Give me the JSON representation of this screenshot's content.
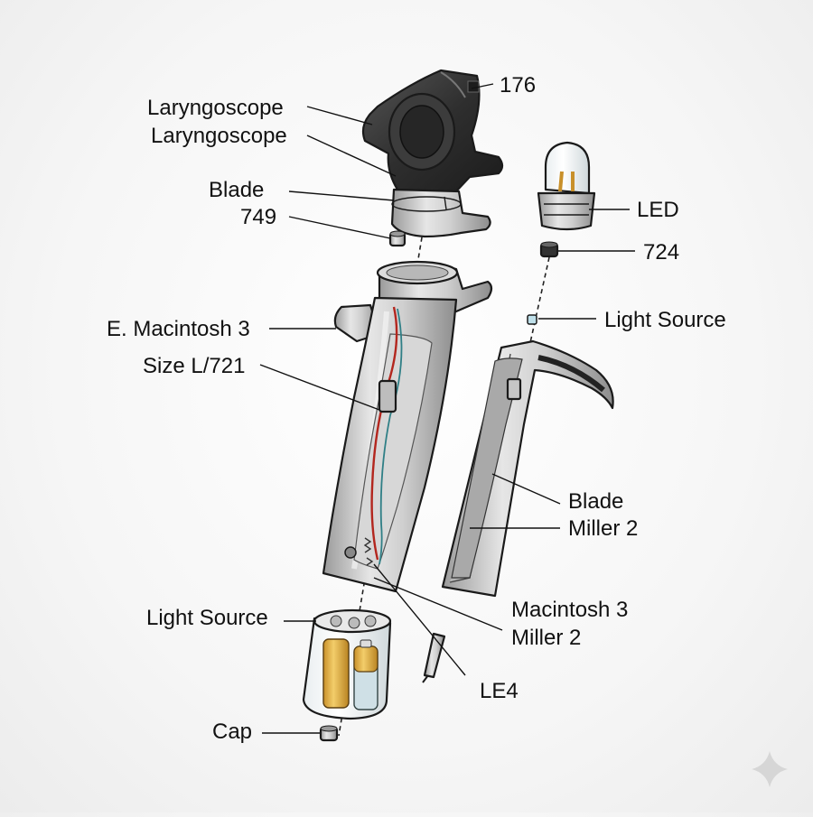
{
  "diagram": {
    "labels": {
      "laryngoscope_1": "Laryngoscope",
      "laryngoscope_2": "Laryngoscope",
      "part_176": "176",
      "blade_top": "Blade",
      "part_749": "749",
      "led": "LED",
      "part_724": "724",
      "light_source_right": "Light Source",
      "e_macintosh_3": "E. Macintosh 3",
      "size_l_721": "Size L/721",
      "blade_right": "Blade",
      "miller_2_right": "Miller 2",
      "macintosh_3": "Macintosh 3",
      "miller_2_bottom": "Miller 2",
      "light_source_left": "Light Source",
      "le4": "LE4",
      "cap": "Cap"
    },
    "colors": {
      "head_dark": "#2b2b2b",
      "metal_silver": "#c9c9c9",
      "battery_gold": "#e8b94a",
      "wire_red": "#b3261e",
      "wire_teal": "#2f7f86",
      "text": "#111111"
    }
  }
}
